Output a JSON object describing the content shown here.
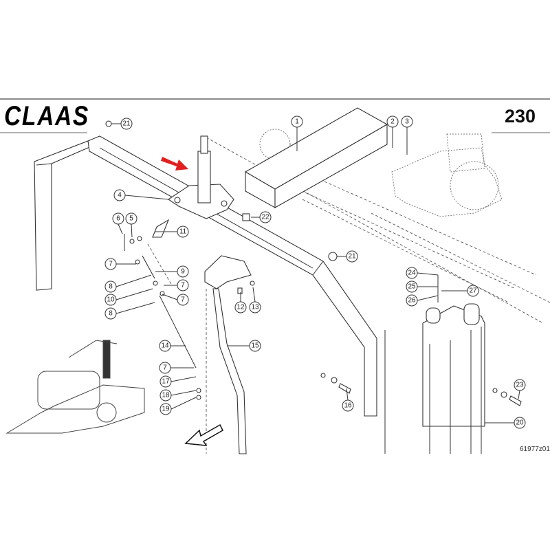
{
  "header": {
    "brand": "CLAAS",
    "page_number": "230"
  },
  "drawing_code": "61977z01",
  "colors": {
    "arrow_highlight": "#e02020",
    "line": "#333333"
  },
  "callouts": [
    "21",
    "1",
    "2",
    "3",
    "4",
    "6",
    "5",
    "11",
    "22",
    "21",
    "7",
    "9",
    "8",
    "7",
    "10",
    "7",
    "8",
    "12",
    "13",
    "15",
    "14",
    "7",
    "17",
    "18",
    "19",
    "24",
    "25",
    "26",
    "27",
    "16",
    "23",
    "20"
  ]
}
